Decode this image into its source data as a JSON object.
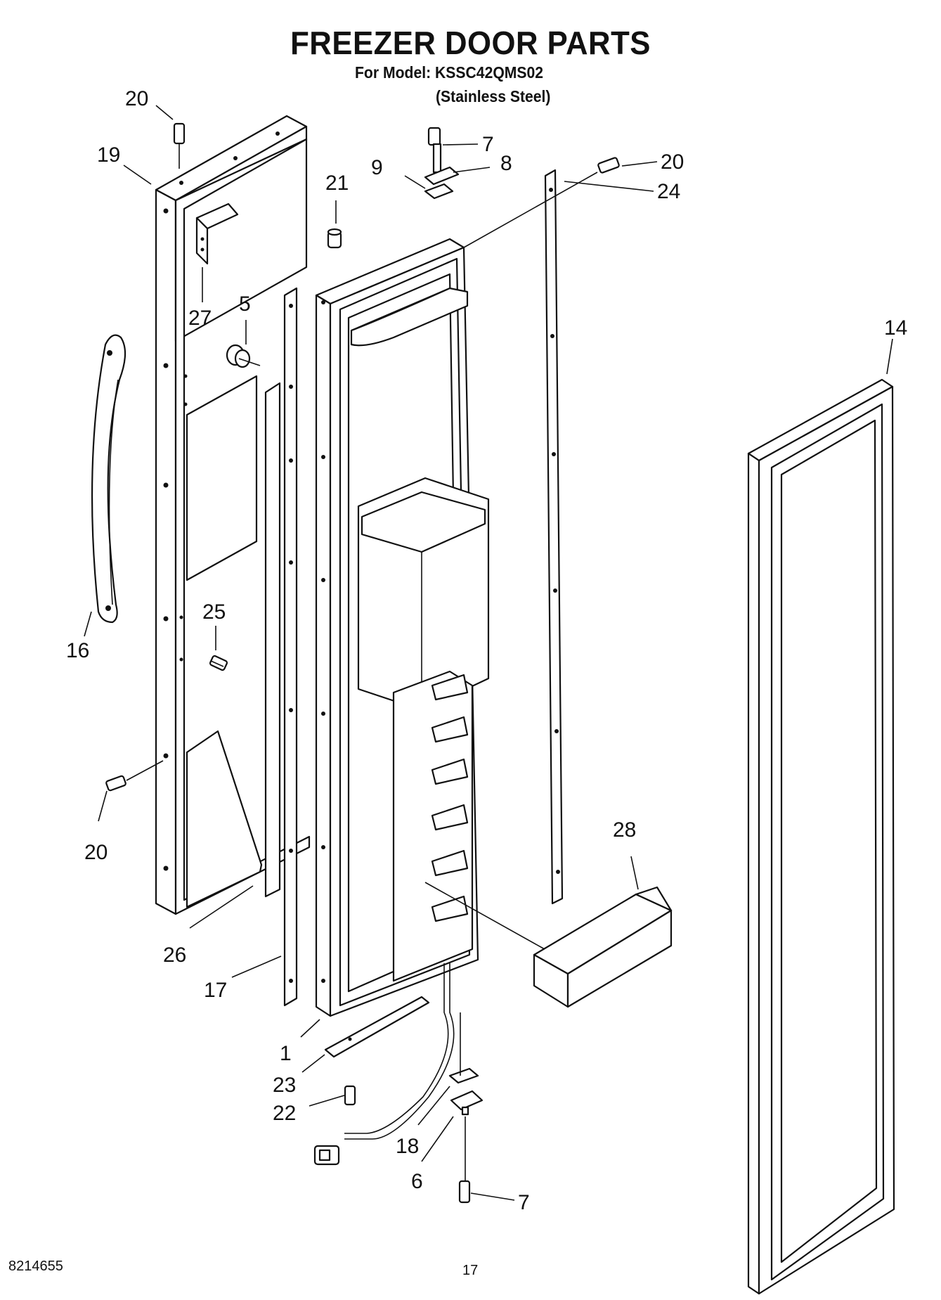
{
  "header": {
    "title": "FREEZER DOOR PARTS",
    "model_line": "For Model: KSSC42QMS02",
    "finish_line": "(Stainless Steel)"
  },
  "footer": {
    "doc_number": "8214655",
    "page_number": "17"
  },
  "callouts": {
    "c20a": "20",
    "c19": "19",
    "c27": "27",
    "c5": "5",
    "c16": "16",
    "c25": "25",
    "c20c": "20",
    "c26": "26",
    "c17": "17",
    "c1": "1",
    "c23": "23",
    "c22": "22",
    "c18": "18",
    "c6": "6",
    "c7b": "7",
    "c21": "21",
    "c9": "9",
    "c7a": "7",
    "c8": "8",
    "c20b": "20",
    "c24": "24",
    "c14": "14",
    "c28": "28"
  }
}
